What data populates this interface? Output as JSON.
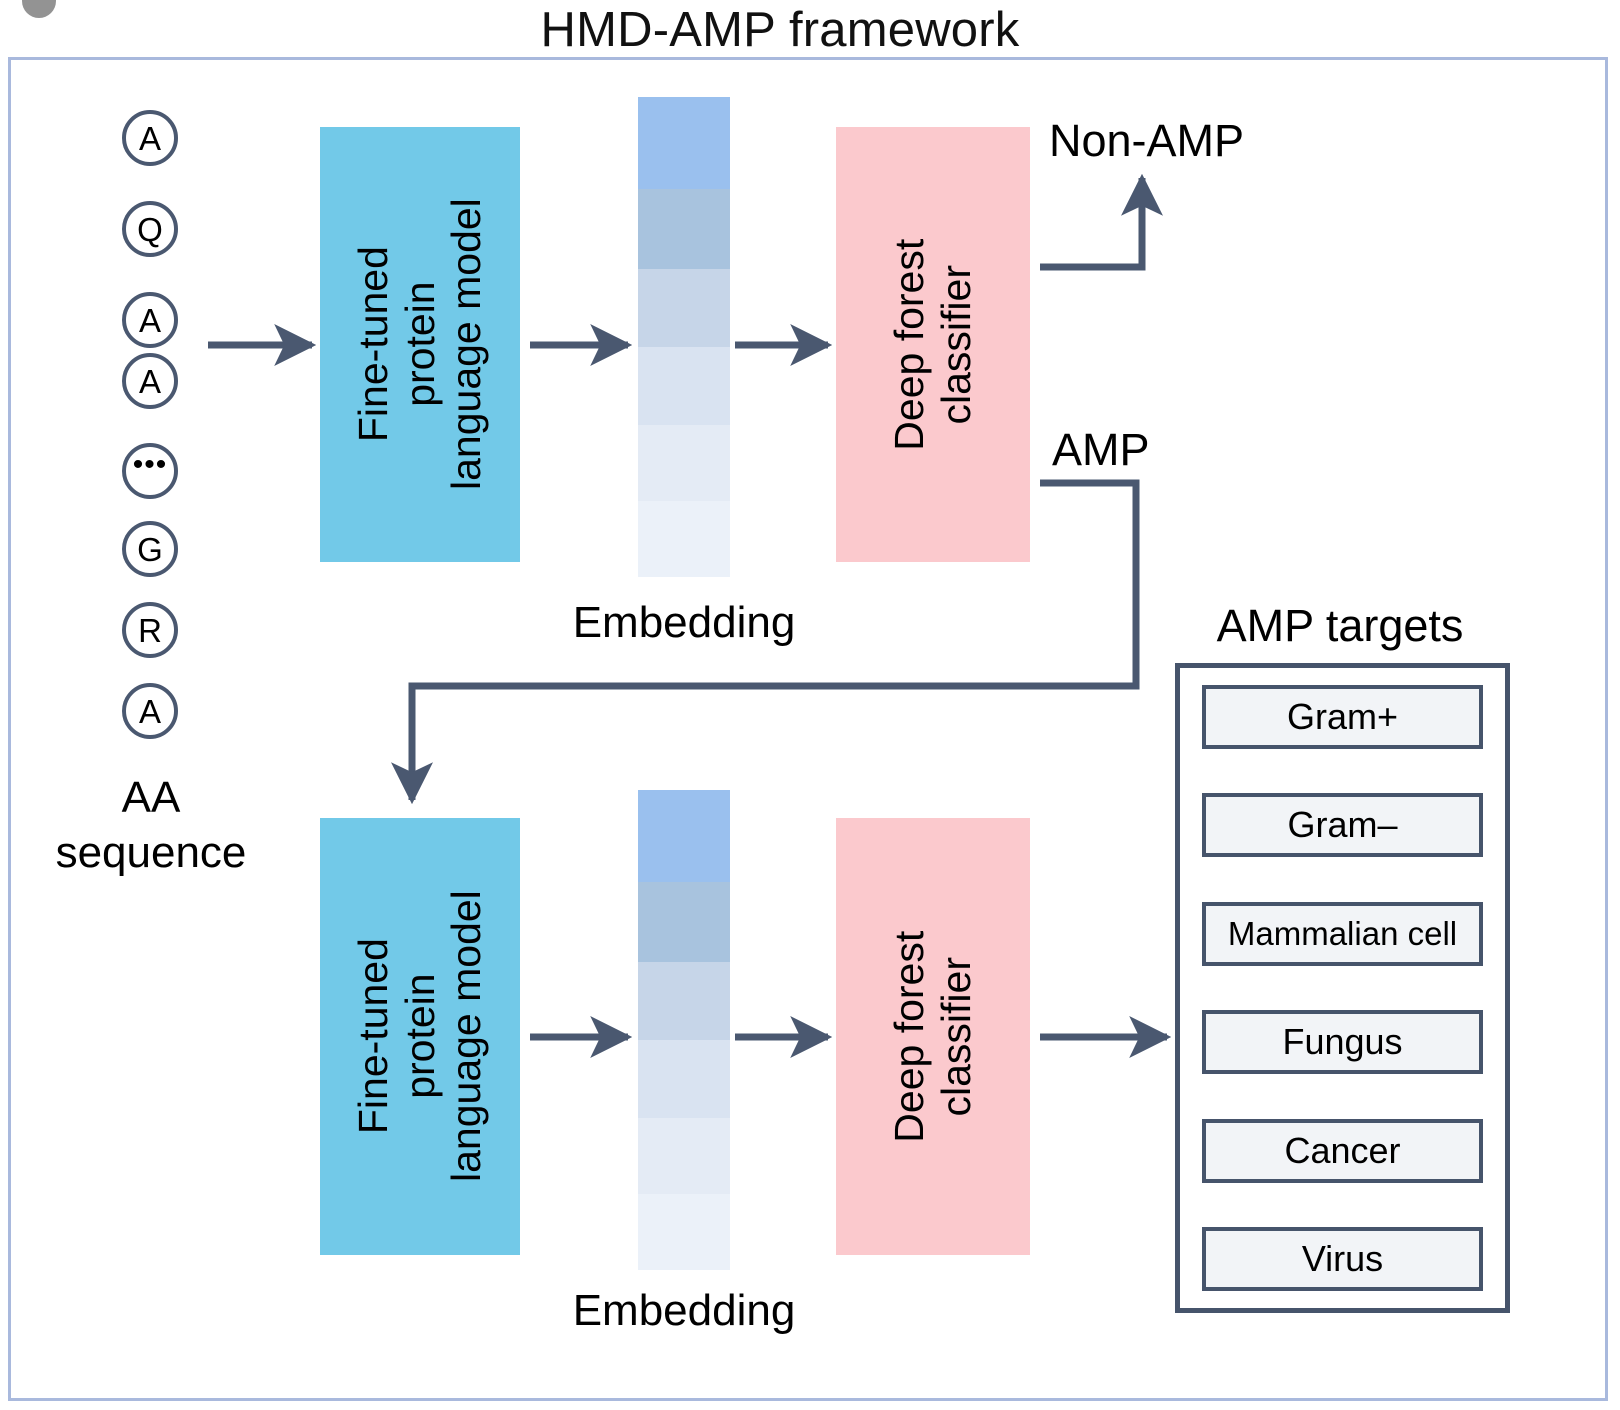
{
  "figure": {
    "title": "HMD-AMP framework",
    "label_mark": "figure-panel-marker"
  },
  "input": {
    "caption_line1": "AA",
    "caption_line2": "sequence",
    "residues": [
      {
        "letter": "A"
      },
      {
        "letter": "Q"
      },
      {
        "letter": "A"
      },
      {
        "letter": "A"
      },
      {
        "letter": "•••"
      },
      {
        "letter": "G"
      },
      {
        "letter": "R"
      },
      {
        "letter": "A"
      }
    ]
  },
  "stage_top": {
    "model_box": {
      "line1": "Fine-tuned",
      "line2": "protein",
      "line3": "language model",
      "color": "#72c9e8"
    },
    "embedding": {
      "caption": "Embedding",
      "segments": [
        "#9ac0ee",
        "#a8c3de",
        "#c6d5e8",
        "#d9e3f1",
        "#e4ebf5",
        "#ebf1f9"
      ]
    },
    "classifier_box": {
      "line1": "Deep forest",
      "line2": "classifier",
      "color": "#fbc9cd"
    },
    "output_negative": "Non-AMP",
    "output_positive": "AMP"
  },
  "stage_bottom": {
    "model_box": {
      "line1": "Fine-tuned",
      "line2": "protein",
      "line3": "language model",
      "color": "#72c9e8"
    },
    "embedding": {
      "caption": "Embedding",
      "segments": [
        "#9ac0ee",
        "#a8c3de",
        "#c6d5e8",
        "#d9e3f1",
        "#e4ebf5",
        "#ebf1f9"
      ]
    },
    "classifier_box": {
      "line1": "Deep forest",
      "line2": "classifier",
      "color": "#fbc9cd"
    }
  },
  "targets": {
    "title": "AMP targets",
    "items": [
      {
        "label": "Gram+"
      },
      {
        "label": "Gram–"
      },
      {
        "label": "Mammalian cell"
      },
      {
        "label": "Fungus"
      },
      {
        "label": "Cancer"
      },
      {
        "label": "Virus"
      }
    ]
  },
  "colors": {
    "arrow": "#4a5870",
    "panel_border": "#a9b9dd",
    "target_border": "#46546b",
    "target_fill": "#f2f4f7"
  }
}
